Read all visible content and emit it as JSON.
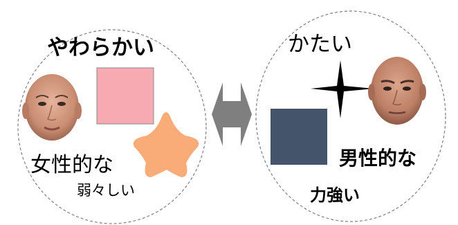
{
  "left_group": {
    "title": "やわらかい",
    "label_main": "女性的な",
    "label_sub": "弱々しい",
    "shapes": {
      "square": {
        "name": "pink-square",
        "fill": "#f7aab2"
      },
      "star": {
        "name": "rounded-star",
        "fill": "#f9ab78"
      }
    },
    "face": "female-face"
  },
  "right_group": {
    "title": "かたい",
    "label_main": "男性的な",
    "label_sub": "力強い",
    "shapes": {
      "square": {
        "name": "navy-square",
        "fill": "#44546a"
      },
      "star": {
        "name": "four-point-star",
        "fill": "#000000"
      }
    },
    "face": "male-face"
  },
  "connector": {
    "name": "double-arrow-icon",
    "color": "#7f7f7f"
  },
  "colors": {
    "circle_stroke": "#7f7f7f",
    "skin_light": "#d39a82",
    "skin_dark": "#a8715c"
  }
}
